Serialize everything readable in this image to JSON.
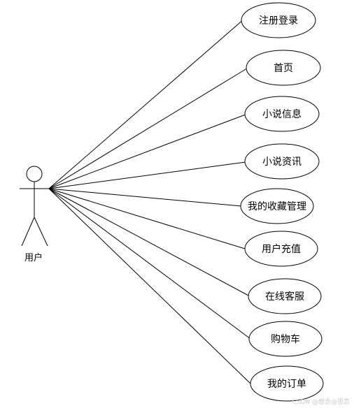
{
  "actor": {
    "label": "用户"
  },
  "use_cases": [
    {
      "label": "注册登录"
    },
    {
      "label": "首页"
    },
    {
      "label": "小说信息"
    },
    {
      "label": "小说资讯"
    },
    {
      "label": "我的收藏管理"
    },
    {
      "label": "用户充值"
    },
    {
      "label": "在线客服"
    },
    {
      "label": "购物车"
    },
    {
      "label": "我的订单"
    }
  ],
  "watermark": "CSDN @想念@思恋"
}
